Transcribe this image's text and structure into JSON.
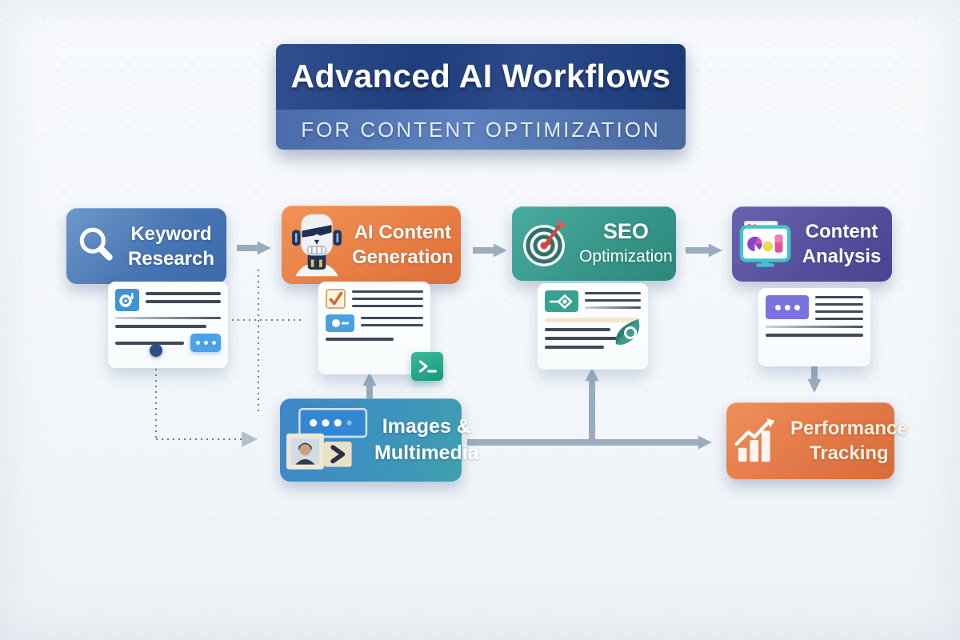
{
  "title_banner": {
    "title": "Advanced AI Workflows",
    "subtitle": "FOR CONTENT OPTIMIZATION",
    "bg_top_color": "#24407f",
    "bg_bottom_color": "#4e71ae"
  },
  "nodes": {
    "keyword_research": {
      "label": [
        "Keyword",
        "Research"
      ],
      "icon": "search-icon",
      "color": "#4a77b5"
    },
    "ai_content_generation": {
      "label": [
        "AI Content",
        "Generation"
      ],
      "icon": "robot-icon",
      "color": "#e87f47"
    },
    "seo_optimization": {
      "label": [
        "SEO",
        "Optimization"
      ],
      "icon": "target-dart-icon",
      "color": "#379488"
    },
    "content_analysis": {
      "label": [
        "Content",
        "Analysis"
      ],
      "icon": "analytics-monitor-icon",
      "color": "#564f9d"
    },
    "images_multimedia": {
      "label": [
        "Images &",
        "Multimedia"
      ],
      "icon": "media-gallery-icon",
      "color": "#3d8fc0"
    },
    "performance_tracking": {
      "label": [
        "Performance",
        "Tracking"
      ],
      "icon": "growth-bars-icon",
      "color": "#e2794a"
    }
  },
  "cards": {
    "keyword_card": {
      "icons": [
        "keyword-tool-tile",
        "more-dots-button"
      ]
    },
    "ai_card": {
      "icons": [
        "checkbox-tile",
        "toggle-tile",
        "terminal-tile"
      ]
    },
    "seo_card": {
      "icons": [
        "seo-scan-tile",
        "leaf-magnifier-icon"
      ]
    },
    "analysis_card": {
      "icons": [
        "dots-tile"
      ]
    }
  },
  "connectors": [
    {
      "from": "keyword_research",
      "to": "ai_content_generation",
      "style": "solid-arrow"
    },
    {
      "from": "ai_content_generation",
      "to": "seo_optimization",
      "style": "solid-arrow"
    },
    {
      "from": "seo_optimization",
      "to": "content_analysis",
      "style": "solid-arrow"
    },
    {
      "from": "keyword_research",
      "to": "images_multimedia",
      "style": "dotted-arrow"
    },
    {
      "from": "images_multimedia",
      "to": "ai_content_generation",
      "style": "solid-arrow-up"
    },
    {
      "from": "images_multimedia",
      "to": "performance_tracking",
      "style": "solid-arrow"
    },
    {
      "from": "images_multimedia",
      "to": "seo_optimization",
      "style": "solid-arrow-branch-up"
    },
    {
      "from": "content_analysis",
      "to": "performance_tracking",
      "style": "solid-arrow-down"
    }
  ],
  "palette": {
    "arrow_color": "#9aacc0",
    "dotted_line_color": "#5a646f",
    "card_background": "#ffffff",
    "page_background": "#f5f8fa"
  }
}
